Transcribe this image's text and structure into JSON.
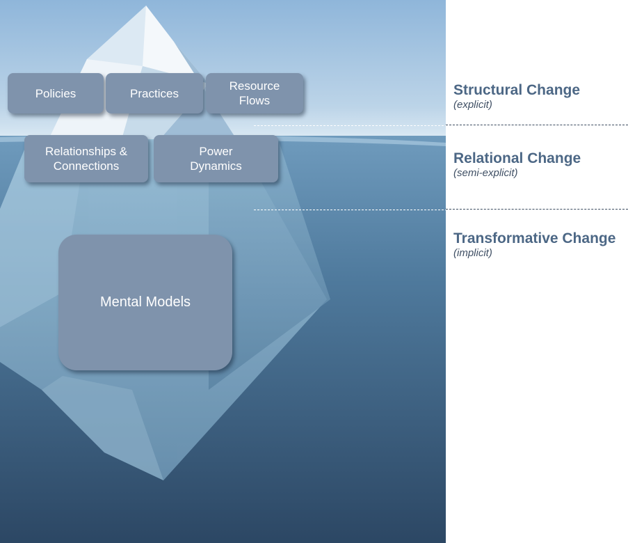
{
  "boxes": {
    "policies": "Policies",
    "practices": "Practices",
    "resource_flows": "Resource\nFlows",
    "relationships": "Relationships &\nConnections",
    "power_dynamics": "Power\nDynamics",
    "mental_models": "Mental Models"
  },
  "levels": {
    "structural": {
      "title": "Structural Change",
      "subtitle": "(explicit)"
    },
    "relational": {
      "title": "Relational Change",
      "subtitle": "(semi-explicit)"
    },
    "transformative": {
      "title": "Transformative Change",
      "subtitle": "(implicit)"
    }
  },
  "colors": {
    "sky_top": "#8fb6da",
    "sky_horizon": "#d9e8f3",
    "water_top": "#6f9bbd",
    "water_bottom": "#2d4a68",
    "box_fill": "#7f93ac",
    "level_title": "#4c6785"
  }
}
